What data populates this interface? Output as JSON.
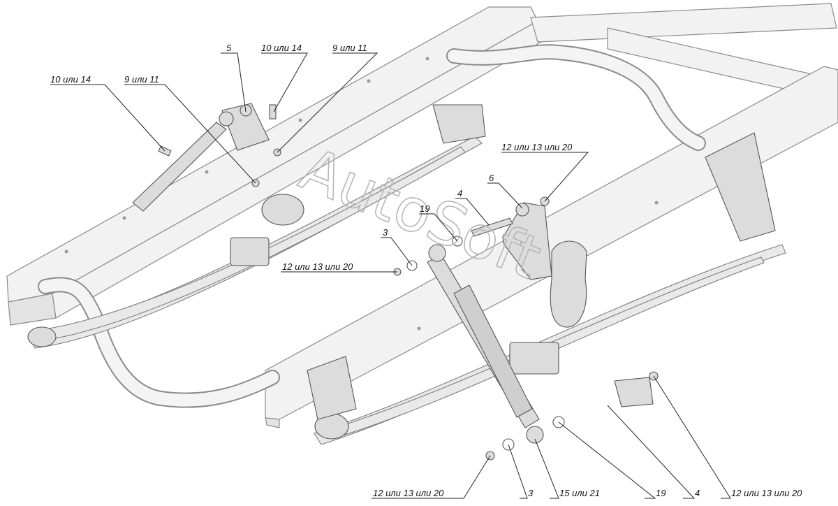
{
  "watermark": "AutoSoft",
  "callouts": {
    "top_left_bolt": "10 или 14",
    "top_left_nut": "9 или 11",
    "bracket_5": "5",
    "top_bolt": "10 или 14",
    "top_nut": "9 или 11",
    "nut_upper_right": "12 или 13 или 20",
    "bracket_6": "6",
    "pin_4": "4",
    "washer_19_top": "19",
    "washer_3_top": "3",
    "nut_upper_left": "12 или 13 или 20",
    "bottom_nut_left": "12 или 13 или 20",
    "bottom_washer_3": "3",
    "bottom_bushing": "15 или 21",
    "bottom_washer_19": "19",
    "bottom_pin_4": "4",
    "bottom_nut_right": "12 или 13 или 20"
  }
}
